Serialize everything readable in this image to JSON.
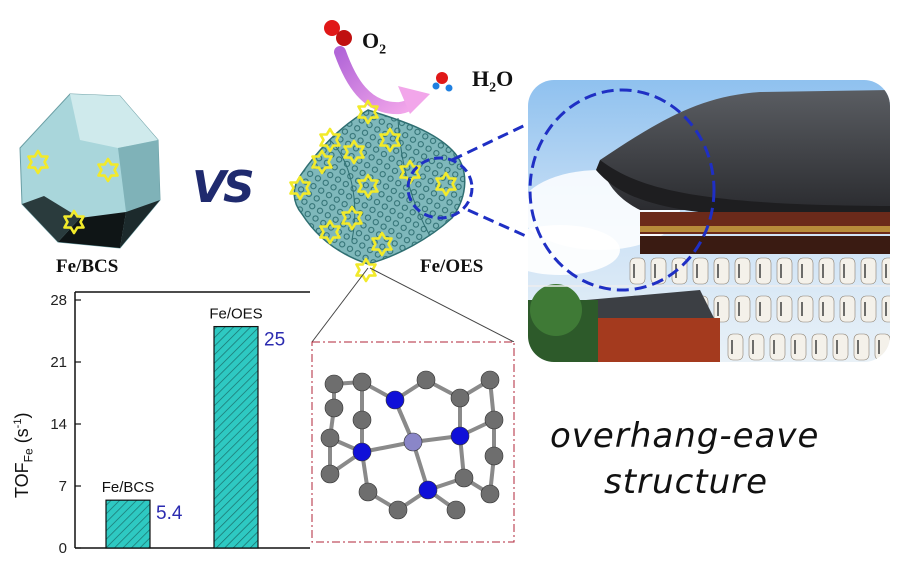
{
  "labels": {
    "left_particle": "Fe/BCS",
    "vs": "VS",
    "right_particle": "Fe/OES",
    "o2_main": "O",
    "o2_sub": "2",
    "h2o_pre": "H",
    "h2o_sub": "2",
    "h2o_post": "O",
    "caption_line1": "overhang-eave",
    "caption_line2": "structure"
  },
  "chart_data": {
    "type": "bar",
    "categories": [
      "Fe/BCS",
      "Fe/OES"
    ],
    "values": [
      5.4,
      25
    ],
    "value_labels": [
      "5.4",
      "25"
    ],
    "ylabel_main": "TOF",
    "ylabel_sub": "Fe",
    "ylabel_unit_pre": " (s",
    "ylabel_unit_sup": "-1",
    "ylabel_unit_post": ")",
    "yticks": [
      "0",
      "7",
      "14",
      "21",
      "28"
    ],
    "ylim": [
      0,
      28
    ],
    "bar_color": "#2ec9c2",
    "value_color": "#2b2bb0"
  },
  "colors": {
    "star": "#f2ea2a",
    "particle": "#8fc2c7",
    "zoom_circle": "#1f2fc4",
    "nitrogen": "#1010d8",
    "carbon": "#6e6e6e",
    "iron": "#8a86c8",
    "frame": "#b0263a"
  }
}
